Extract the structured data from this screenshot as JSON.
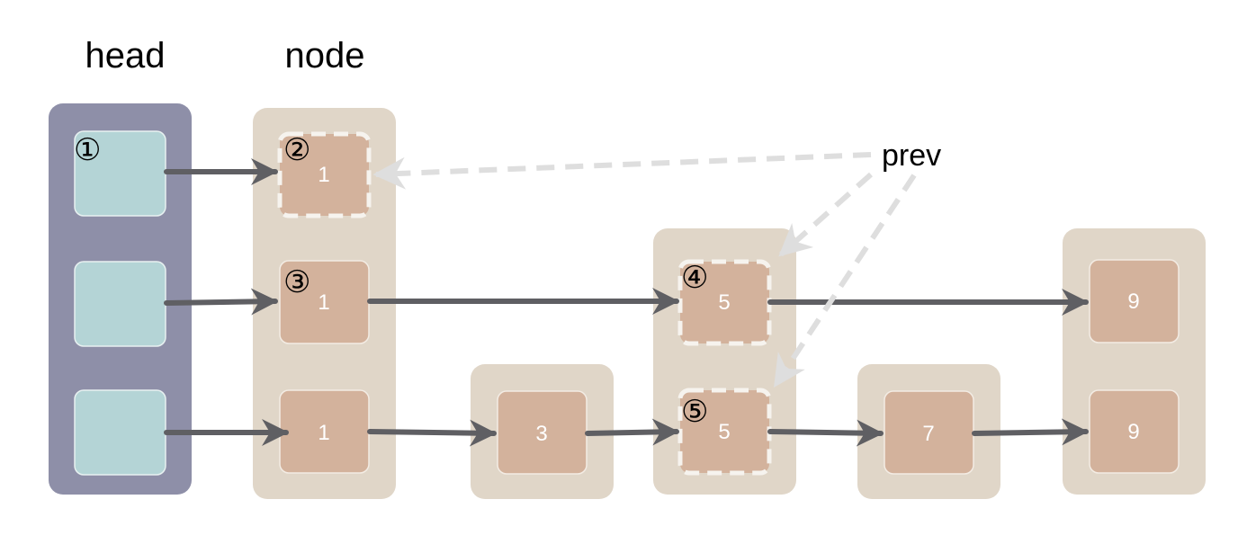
{
  "labels": {
    "head": "head",
    "node": "node",
    "prev": "prev"
  },
  "markers": [
    "①",
    "②",
    "③",
    "④",
    "⑤"
  ],
  "nodes": {
    "n1_top": "1",
    "n1_mid": "1",
    "n1_bot": "1",
    "n3": "3",
    "n5_mid": "5",
    "n5_bot": "5",
    "n7": "7",
    "n9_mid": "9",
    "n9_bot": "9"
  },
  "colors": {
    "head_column": "#8e8fa8",
    "head_cell": "#b4d4d6",
    "node_column": "#e0d6c8",
    "node_cell": "#d3b29c",
    "arrow": "#5f5f63",
    "prev_arrow": "#dedede",
    "highlight_border": "#f6f3ee"
  }
}
